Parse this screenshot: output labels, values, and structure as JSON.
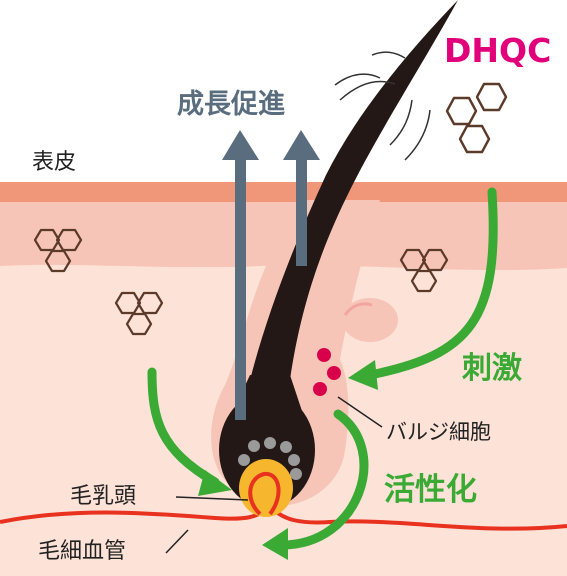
{
  "labels": {
    "epidermis": "表皮",
    "growth": "成長促進",
    "compound": "DHQC",
    "stimulate": "刺激",
    "bulge": "バルジ細胞",
    "activate": "活性化",
    "papilla": "毛乳頭",
    "capillary": "毛細血管"
  },
  "colors": {
    "skin_top": "#f0977a",
    "skin_dermis": "#f7c5b7",
    "skin_deep": "#fce2d7",
    "hair": "#231815",
    "arrow_up": "#5a6d7e",
    "arrow_green": "#3aaa35",
    "compound_label": "#e2007a",
    "hex_stroke": "#5c3a2a",
    "blood_vessel": "#e8321f",
    "papilla_yellow": "#f6b72e"
  }
}
